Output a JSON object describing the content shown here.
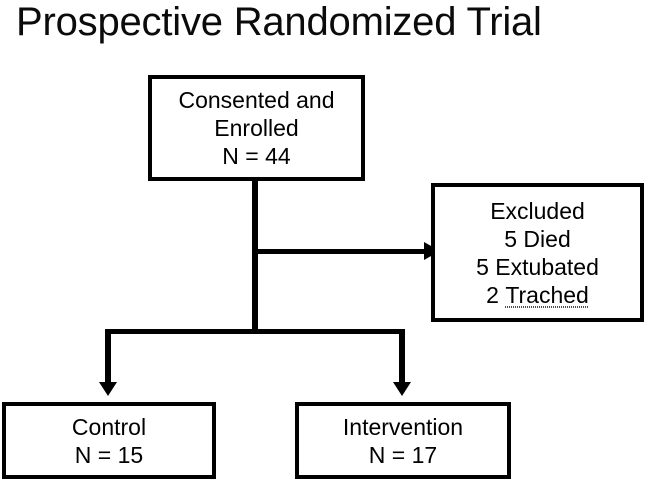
{
  "figure": {
    "title": "Prospective Randomized Trial",
    "type": "flowchart",
    "colors": {
      "background": "#ffffff",
      "stroke": "#000000",
      "text": "#000000",
      "spellcheck_underline": "#4a4a4a"
    }
  },
  "nodes": [
    {
      "id": "consented",
      "lines": [
        "Consented and",
        "Enrolled",
        "N = 44"
      ],
      "n": 44
    },
    {
      "id": "excluded",
      "lines": [
        "Excluded",
        "5 Died",
        "5 Extubated",
        "2 Trached"
      ],
      "counts": {
        "died": 5,
        "extubated": 5,
        "trached": 2
      },
      "misspelled_word": "Trached"
    },
    {
      "id": "control",
      "lines": [
        "Control",
        "N = 15"
      ],
      "n": 15
    },
    {
      "id": "intervention",
      "lines": [
        "Intervention",
        "N = 17"
      ],
      "n": 17
    }
  ],
  "edges": [
    {
      "id": "consented-to-excluded",
      "from": "consented",
      "to": "excluded",
      "direction": "right"
    },
    {
      "id": "consented-to-control",
      "from": "consented",
      "to": "control",
      "direction": "down"
    },
    {
      "id": "consented-to-intervention",
      "from": "consented",
      "to": "intervention",
      "direction": "down"
    }
  ],
  "text": {
    "consented_line1": "Consented and",
    "consented_line2": "Enrolled",
    "consented_line3": "N = 44",
    "excluded_line1": "Excluded",
    "excluded_line2": "5 Died",
    "excluded_line3": "5 Extubated",
    "excluded_line4_count": "2 ",
    "excluded_line4_word": "Trached",
    "control_line1": "Control",
    "control_line2": "N = 15",
    "intervention_line1": "Intervention",
    "intervention_line2": "N = 17"
  }
}
